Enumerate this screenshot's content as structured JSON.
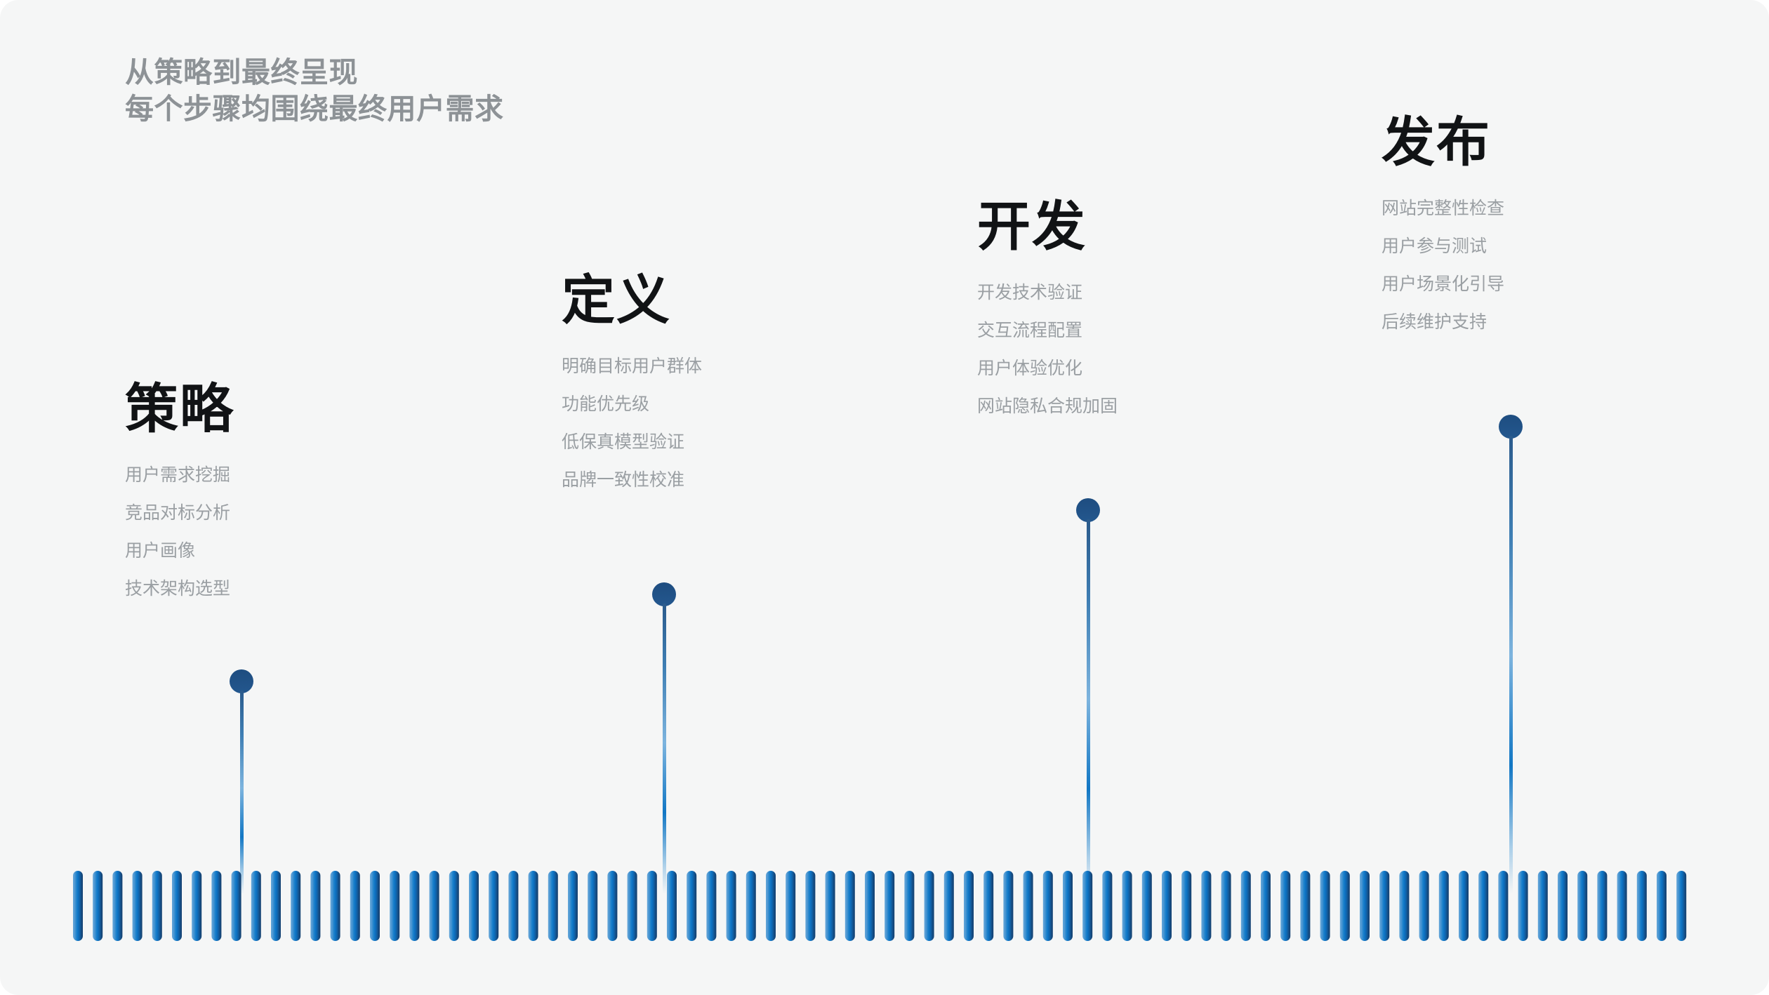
{
  "theme": {
    "background": "#f5f6f6",
    "headline_color": "#8d9296",
    "title_color": "#111315",
    "item_color": "#9a9fa3",
    "pin_color": "#1e4d80",
    "bar_color_start": "#5fa3d8",
    "bar_color_mid": "#0d72c4",
    "bar_color_end": "#133f72"
  },
  "headline": {
    "line1": "从策略到最终呈现",
    "line2": "每个步骤均围绕最终用户需求"
  },
  "milestones": [
    {
      "title": "策略",
      "items": [
        "用户需求挖掘",
        "竞品对标分析",
        "用户画像",
        "技术架构选型"
      ]
    },
    {
      "title": "定义",
      "items": [
        "明确目标用户群体",
        "功能优先级",
        "低保真模型验证",
        "品牌一致性校准"
      ]
    },
    {
      "title": "开发",
      "items": [
        "开发技术验证",
        "交互流程配置",
        "用户体验优化",
        "网站隐私合规加固"
      ]
    },
    {
      "title": "发布",
      "items": [
        "网站完整性检查",
        "用户参与测试",
        "用户场景化引导",
        "后续维护支持"
      ]
    }
  ],
  "chart_data": {
    "type": "bar",
    "title": "从策略到最终呈现",
    "subtitle": "每个步骤均围绕最终用户需求",
    "categories": [
      "策略",
      "定义",
      "开发",
      "发布"
    ],
    "values": [
      265,
      389,
      509,
      628
    ],
    "ylabel": "",
    "xlabel": "",
    "legend": "none",
    "grid": false,
    "annotations": [
      {
        "category": "策略",
        "labels": [
          "用户需求挖掘",
          "竞品对标分析",
          "用户画像",
          "技术架构选型"
        ]
      },
      {
        "category": "定义",
        "labels": [
          "明确目标用户群体",
          "功能优先级",
          "低保真模型验证",
          "品牌一致性校准"
        ]
      },
      {
        "category": "开发",
        "labels": [
          "开发技术验证",
          "交互流程配置",
          "用户体验优化",
          "网站隐私合规加固"
        ]
      },
      {
        "category": "发布",
        "labels": [
          "网站完整性检查",
          "用户参与测试",
          "用户场景化引导",
          "后续维护支持"
        ]
      }
    ]
  }
}
